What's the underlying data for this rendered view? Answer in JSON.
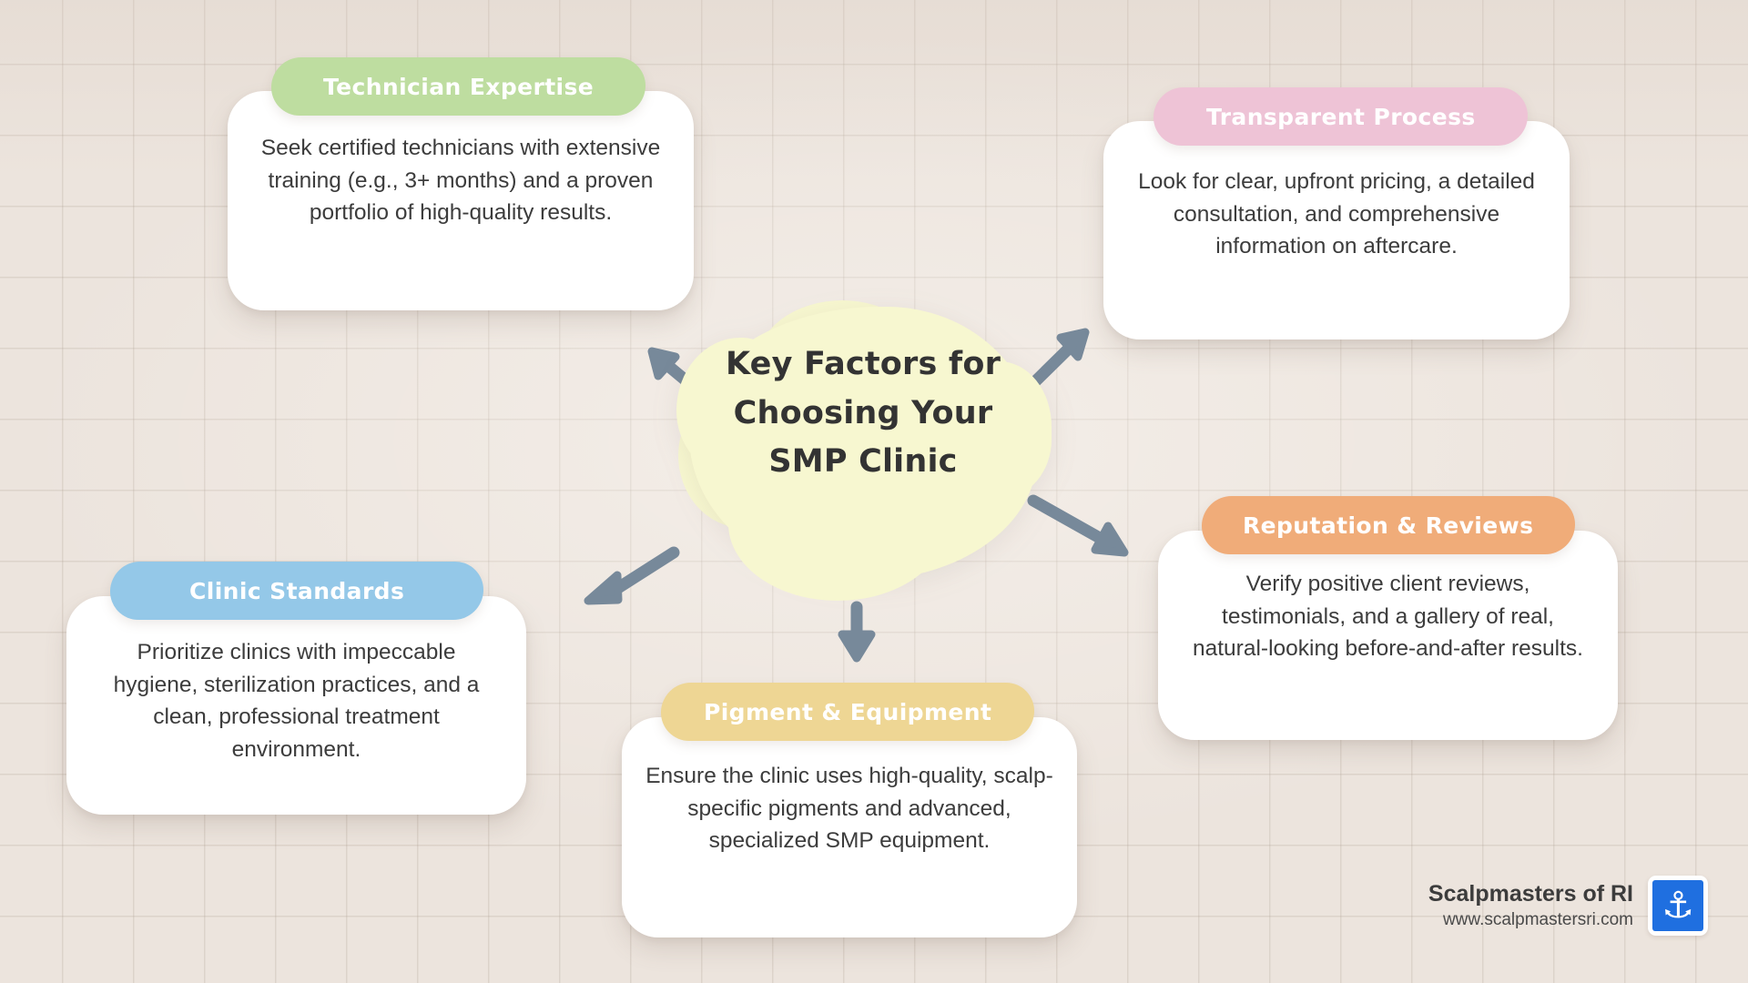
{
  "background": {
    "color": "#ece4dd",
    "grid_color": "#a69689"
  },
  "center": {
    "title": "Key Factors for\nChoosing Your\nSMP Clinic",
    "fill": "#f7f7d0",
    "text_color": "#333333"
  },
  "cards": [
    {
      "id": "technician-expertise",
      "title": "Technician Expertise",
      "body": "Seek certified technicians with extensive\ntraining (e.g., 3+ months) and a proven\nportfolio of high-quality results.",
      "accent": "#bedda0"
    },
    {
      "id": "transparent-process",
      "title": "Transparent Process",
      "body": "Look for clear, upfront pricing, a detailed\nconsultation, and comprehensive\ninformation on aftercare.",
      "accent": "#eec3d6"
    },
    {
      "id": "clinic-standards",
      "title": "Clinic Standards",
      "body": "Prioritize clinics with impeccable\nhygiene, sterilization practices, and a\nclean, professional treatment\nenvironment.",
      "accent": "#94c8e8"
    },
    {
      "id": "pigment-equipment",
      "title": "Pigment & Equipment",
      "body": "Ensure the clinic uses high-quality, scalp-\nspecific pigments and advanced,\nspecialized SMP equipment.",
      "accent": "#eed694"
    },
    {
      "id": "reputation-reviews",
      "title": "Reputation & Reviews",
      "body": "Verify positive client reviews,\ntestimonials, and a gallery of real,\nnatural-looking before-and-after results.",
      "accent": "#f0ac79"
    }
  ],
  "arrows": {
    "color": "#77899a",
    "count": 5,
    "directions": [
      "up-left",
      "up-right",
      "down-left",
      "down",
      "down-right"
    ]
  },
  "brand": {
    "name": "Scalpmasters of RI",
    "url": "www.scalpmastersri.com",
    "logo_icon": "anchor-icon",
    "logo_glyph": "⚓",
    "logo_color": "#1f6fe0"
  }
}
